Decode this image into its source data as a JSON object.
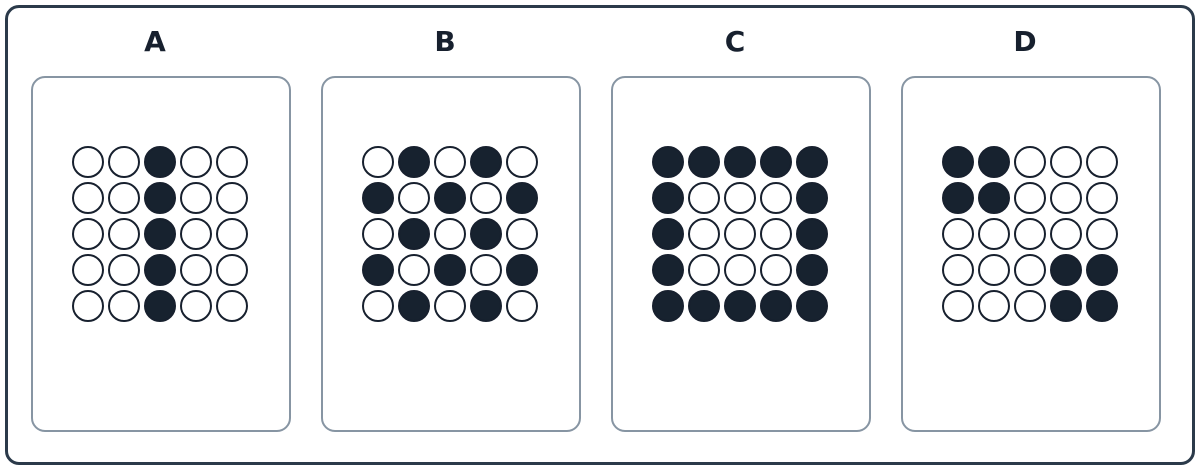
{
  "palette": {
    "filled": "#17222f",
    "empty": "#ffffff",
    "card_border": "#8795a3",
    "frame_border": "#2b3a4a"
  },
  "panels": [
    {
      "label": "A",
      "grid": [
        [
          0,
          0,
          1,
          0,
          0
        ],
        [
          0,
          0,
          1,
          0,
          0
        ],
        [
          0,
          0,
          1,
          0,
          0
        ],
        [
          0,
          0,
          1,
          0,
          0
        ],
        [
          0,
          0,
          1,
          0,
          0
        ]
      ]
    },
    {
      "label": "B",
      "grid": [
        [
          0,
          1,
          0,
          1,
          0
        ],
        [
          1,
          0,
          1,
          0,
          1
        ],
        [
          0,
          1,
          0,
          1,
          0
        ],
        [
          1,
          0,
          1,
          0,
          1
        ],
        [
          0,
          1,
          0,
          1,
          0
        ]
      ]
    },
    {
      "label": "C",
      "grid": [
        [
          1,
          1,
          1,
          1,
          1
        ],
        [
          1,
          0,
          0,
          0,
          1
        ],
        [
          1,
          0,
          0,
          0,
          1
        ],
        [
          1,
          0,
          0,
          0,
          1
        ],
        [
          1,
          1,
          1,
          1,
          1
        ]
      ]
    },
    {
      "label": "D",
      "grid": [
        [
          1,
          1,
          0,
          0,
          0
        ],
        [
          1,
          1,
          0,
          0,
          0
        ],
        [
          0,
          0,
          0,
          0,
          0
        ],
        [
          0,
          0,
          0,
          1,
          1
        ],
        [
          0,
          0,
          0,
          1,
          1
        ]
      ]
    }
  ]
}
